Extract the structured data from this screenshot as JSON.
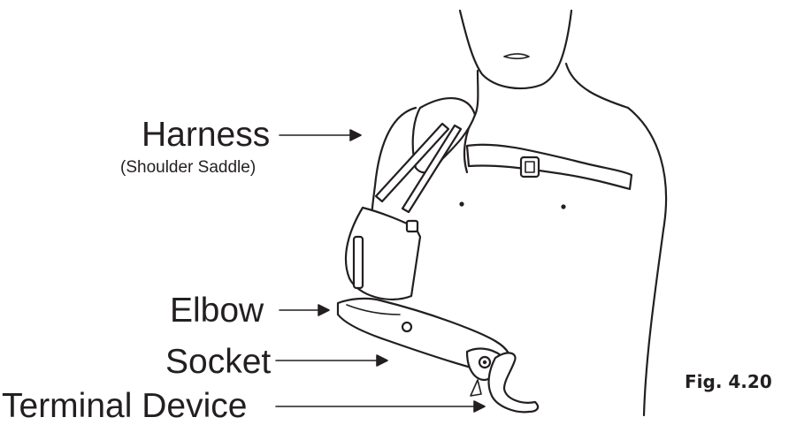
{
  "labels": {
    "harness": "Harness",
    "harness_sub": "(Shoulder Saddle)",
    "elbow": "Elbow",
    "socket": "Socket",
    "terminal_device": "Terminal Device"
  },
  "figure_label": "Fig. 4.20",
  "colors": {
    "ink": "#231f20",
    "background": "#ffffff"
  }
}
